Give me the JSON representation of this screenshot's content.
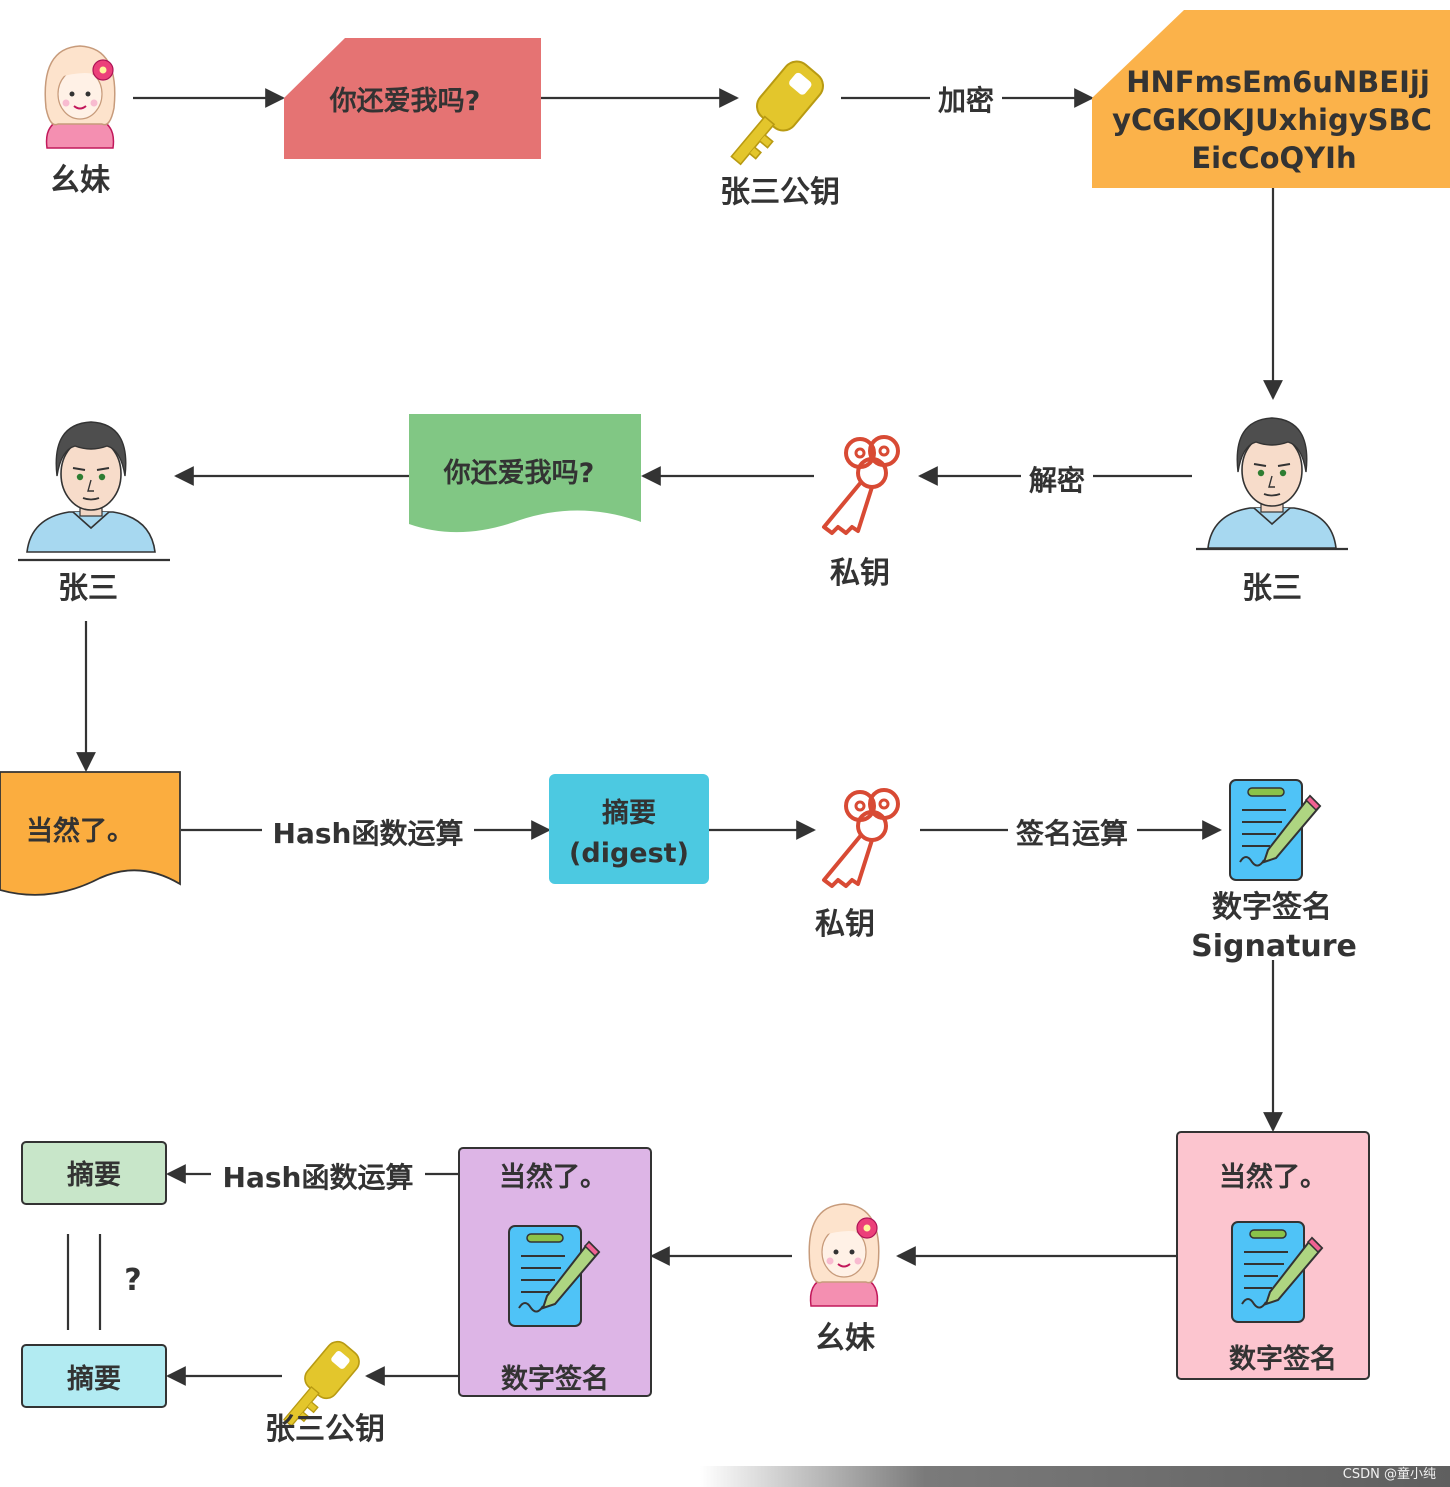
{
  "nodes": {
    "yaomei_top": "幺妹",
    "msg_question": "你还爱我吗?",
    "pubkey_top": "张三公钥",
    "encrypt_edge": "加密",
    "cipher": [
      "HNFmsEm6uNBEIjj",
      "yCGKOKJUxhigySBC",
      "EicCoQYIh"
    ],
    "zhangsan_right": "张三",
    "decrypt_edge": "解密",
    "privkey_mid": "私钥",
    "msg_decrypted": "你还爱我吗?",
    "zhangsan_left": "张三",
    "reply": "当然了。",
    "hash_edge_1": "Hash函数运算",
    "digest": [
      "摘要",
      "(digest)"
    ],
    "privkey_sign": "私钥",
    "sign_edge": "签名运算",
    "signature_label": [
      "数字签名",
      "Signature"
    ],
    "pink_doc_title": "当然了。",
    "pink_doc_footer": "数字签名",
    "yaomei_bottom": "幺妹",
    "purple_doc_title": "当然了。",
    "purple_doc_footer": "数字签名",
    "hash_edge_2": "Hash函数运算",
    "digest_green": "摘要",
    "digest_cyan": "摘要",
    "question_mark": "?",
    "pubkey_bottom": "张三公钥"
  },
  "colors": {
    "msg_red": "#e57373",
    "cipher_orange": "#fbb24a",
    "msg_green": "#81c784",
    "reply_orange": "#fbad3f",
    "digest_cyan": "#4cc9e1",
    "pink_doc": "#fcc5cf",
    "purple_doc": "#ddb5e6",
    "digest_green_box": "#c8e6c9",
    "digest_cyan_box": "#b2ebf2",
    "gold_key": "#e3c62c",
    "red_key": "#d84a34"
  },
  "watermark": "CSDN @童小纯"
}
